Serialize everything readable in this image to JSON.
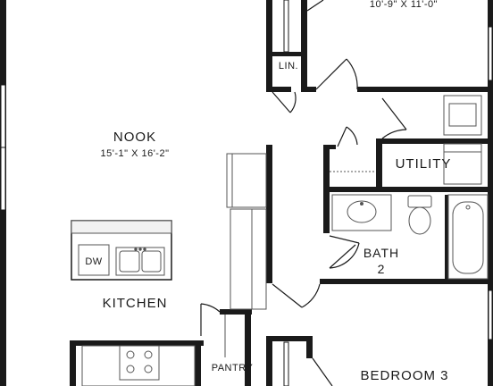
{
  "rooms": {
    "top_bedroom": {
      "dimensions": "10'-9\" X 11'-0\""
    },
    "linen": {
      "label": "LIN."
    },
    "nook": {
      "label": "NOOK",
      "dimensions": "15'-1\" X 16'-2\""
    },
    "utility": {
      "label": "UTILITY"
    },
    "bath": {
      "label": "BATH",
      "number": "2"
    },
    "kitchen": {
      "label": "KITCHEN"
    },
    "pantry": {
      "label": "PANTRY"
    },
    "bedroom3": {
      "label": "BEDROOM 3"
    }
  },
  "fixtures": {
    "dishwasher": {
      "label": "DW"
    }
  },
  "colors": {
    "wall": "#1a1a1a",
    "fixture": "#555555",
    "fill": "#ffffff"
  }
}
